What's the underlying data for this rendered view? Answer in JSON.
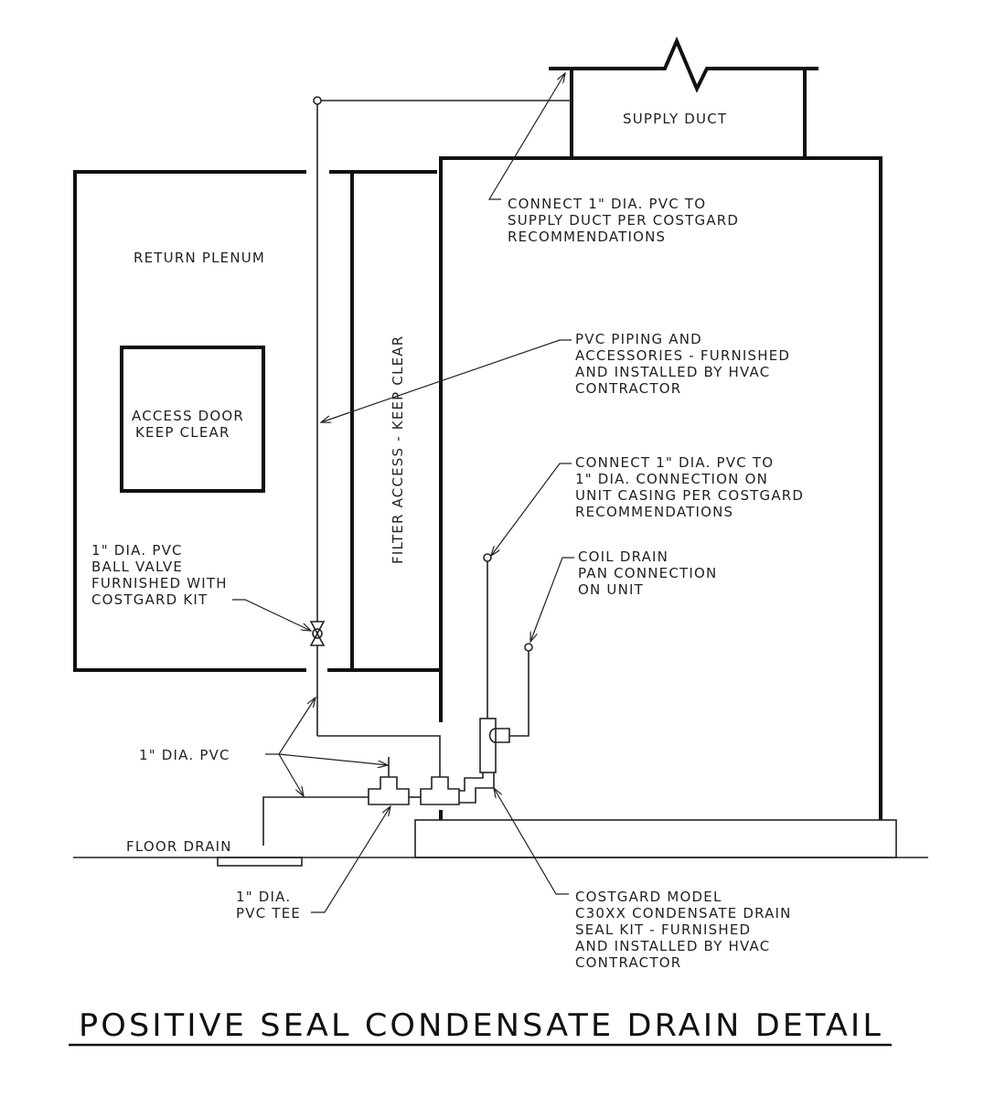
{
  "labels": {
    "supply_duct": "SUPPLY DUCT",
    "supply_note": [
      "CONNECT 1\" DIA. PVC TO",
      "SUPPLY DUCT PER COSTGARD",
      "RECOMMENDATIONS"
    ],
    "return_plenum": "RETURN PLENUM",
    "access_door": [
      "ACCESS DOOR",
      "KEEP CLEAR"
    ],
    "filter_access": "FILTER ACCESS - KEEP CLEAR",
    "pvc_piping_note": [
      "PVC PIPING AND",
      "ACCESSORIES - FURNISHED",
      "AND INSTALLED BY HVAC",
      "CONTRACTOR"
    ],
    "unit_connection_note": [
      "CONNECT 1\" DIA. PVC TO",
      "1\" DIA. CONNECTION ON",
      "UNIT CASING PER COSTGARD",
      "RECOMMENDATIONS"
    ],
    "coil_drain_note": [
      "COIL DRAIN",
      "PAN  CONNECTION",
      "ON UNIT"
    ],
    "ball_valve_note": [
      "1\" DIA. PVC",
      "BALL VALVE",
      "FURNISHED WITH",
      "COSTGARD KIT"
    ],
    "pvc_1in": "1\" DIA. PVC",
    "floor_drain": "FLOOR DRAIN",
    "pvc_tee": [
      "1\" DIA.",
      "PVC TEE"
    ],
    "kit_note": [
      "COSTGARD MODEL",
      "C30XX CONDENSATE DRAIN",
      "SEAL KIT - FURNISHED",
      "AND INSTALLED BY HVAC",
      "CONTRACTOR"
    ]
  },
  "title": "POSITIVE SEAL CONDENSATE DRAIN DETAIL"
}
